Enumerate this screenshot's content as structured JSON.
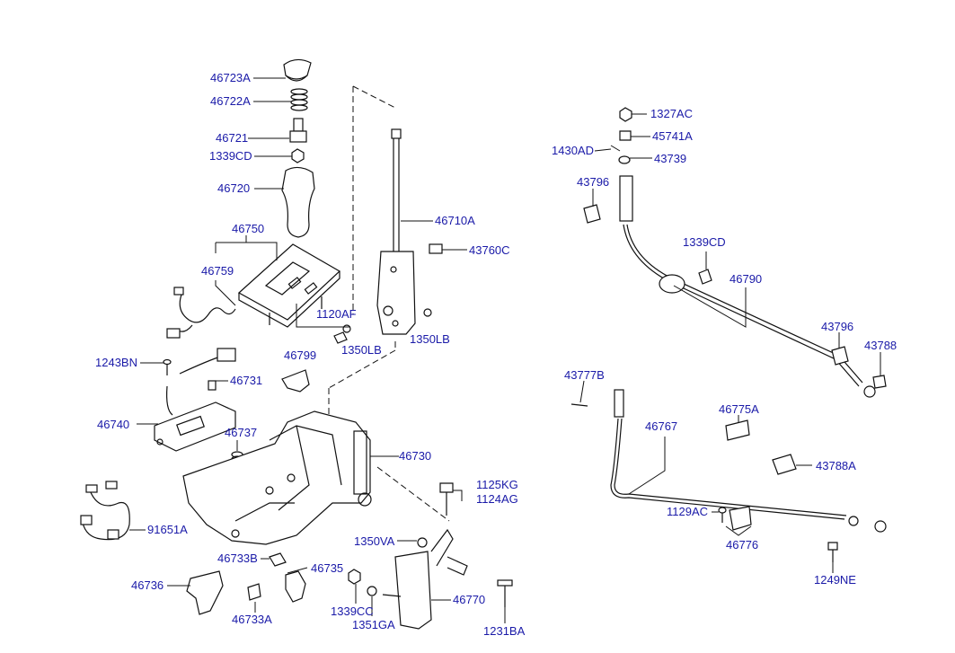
{
  "diagram": {
    "labels": {
      "l_46723A": "46723A",
      "l_46722A": "46722A",
      "l_46721": "46721",
      "l_1339CD_a": "1339CD",
      "l_46720": "46720",
      "l_46750": "46750",
      "l_46759": "46759",
      "l_46710A": "46710A",
      "l_43760C": "43760C",
      "l_1120AF": "1120AF",
      "l_1350LB_a": "1350LB",
      "l_1350LB_b": "1350LB",
      "l_1243BN": "1243BN",
      "l_46799": "46799",
      "l_46731": "46731",
      "l_46740": "46740",
      "l_46737": "46737",
      "l_46730": "46730",
      "l_1125KG": "1125KG",
      "l_1124AG": "1124AG",
      "l_91651A": "91651A",
      "l_1350VA": "1350VA",
      "l_46733B": "46733B",
      "l_46735": "46735",
      "l_46736": "46736",
      "l_46733A": "46733A",
      "l_1339CC": "1339CC",
      "l_1351GA": "1351GA",
      "l_46770": "46770",
      "l_1231BA": "1231BA",
      "l_1327AC": "1327AC",
      "l_45741A": "45741A",
      "l_1430AD": "1430AD",
      "l_43739": "43739",
      "l_43796_a": "43796",
      "l_1339CD_b": "1339CD",
      "l_46790": "46790",
      "l_43796_b": "43796",
      "l_43788": "43788",
      "l_43777B": "43777B",
      "l_46775A": "46775A",
      "l_46767": "46767",
      "l_43788A": "43788A",
      "l_1129AC": "1129AC",
      "l_46776": "46776",
      "l_1249NE": "1249NE"
    }
  }
}
